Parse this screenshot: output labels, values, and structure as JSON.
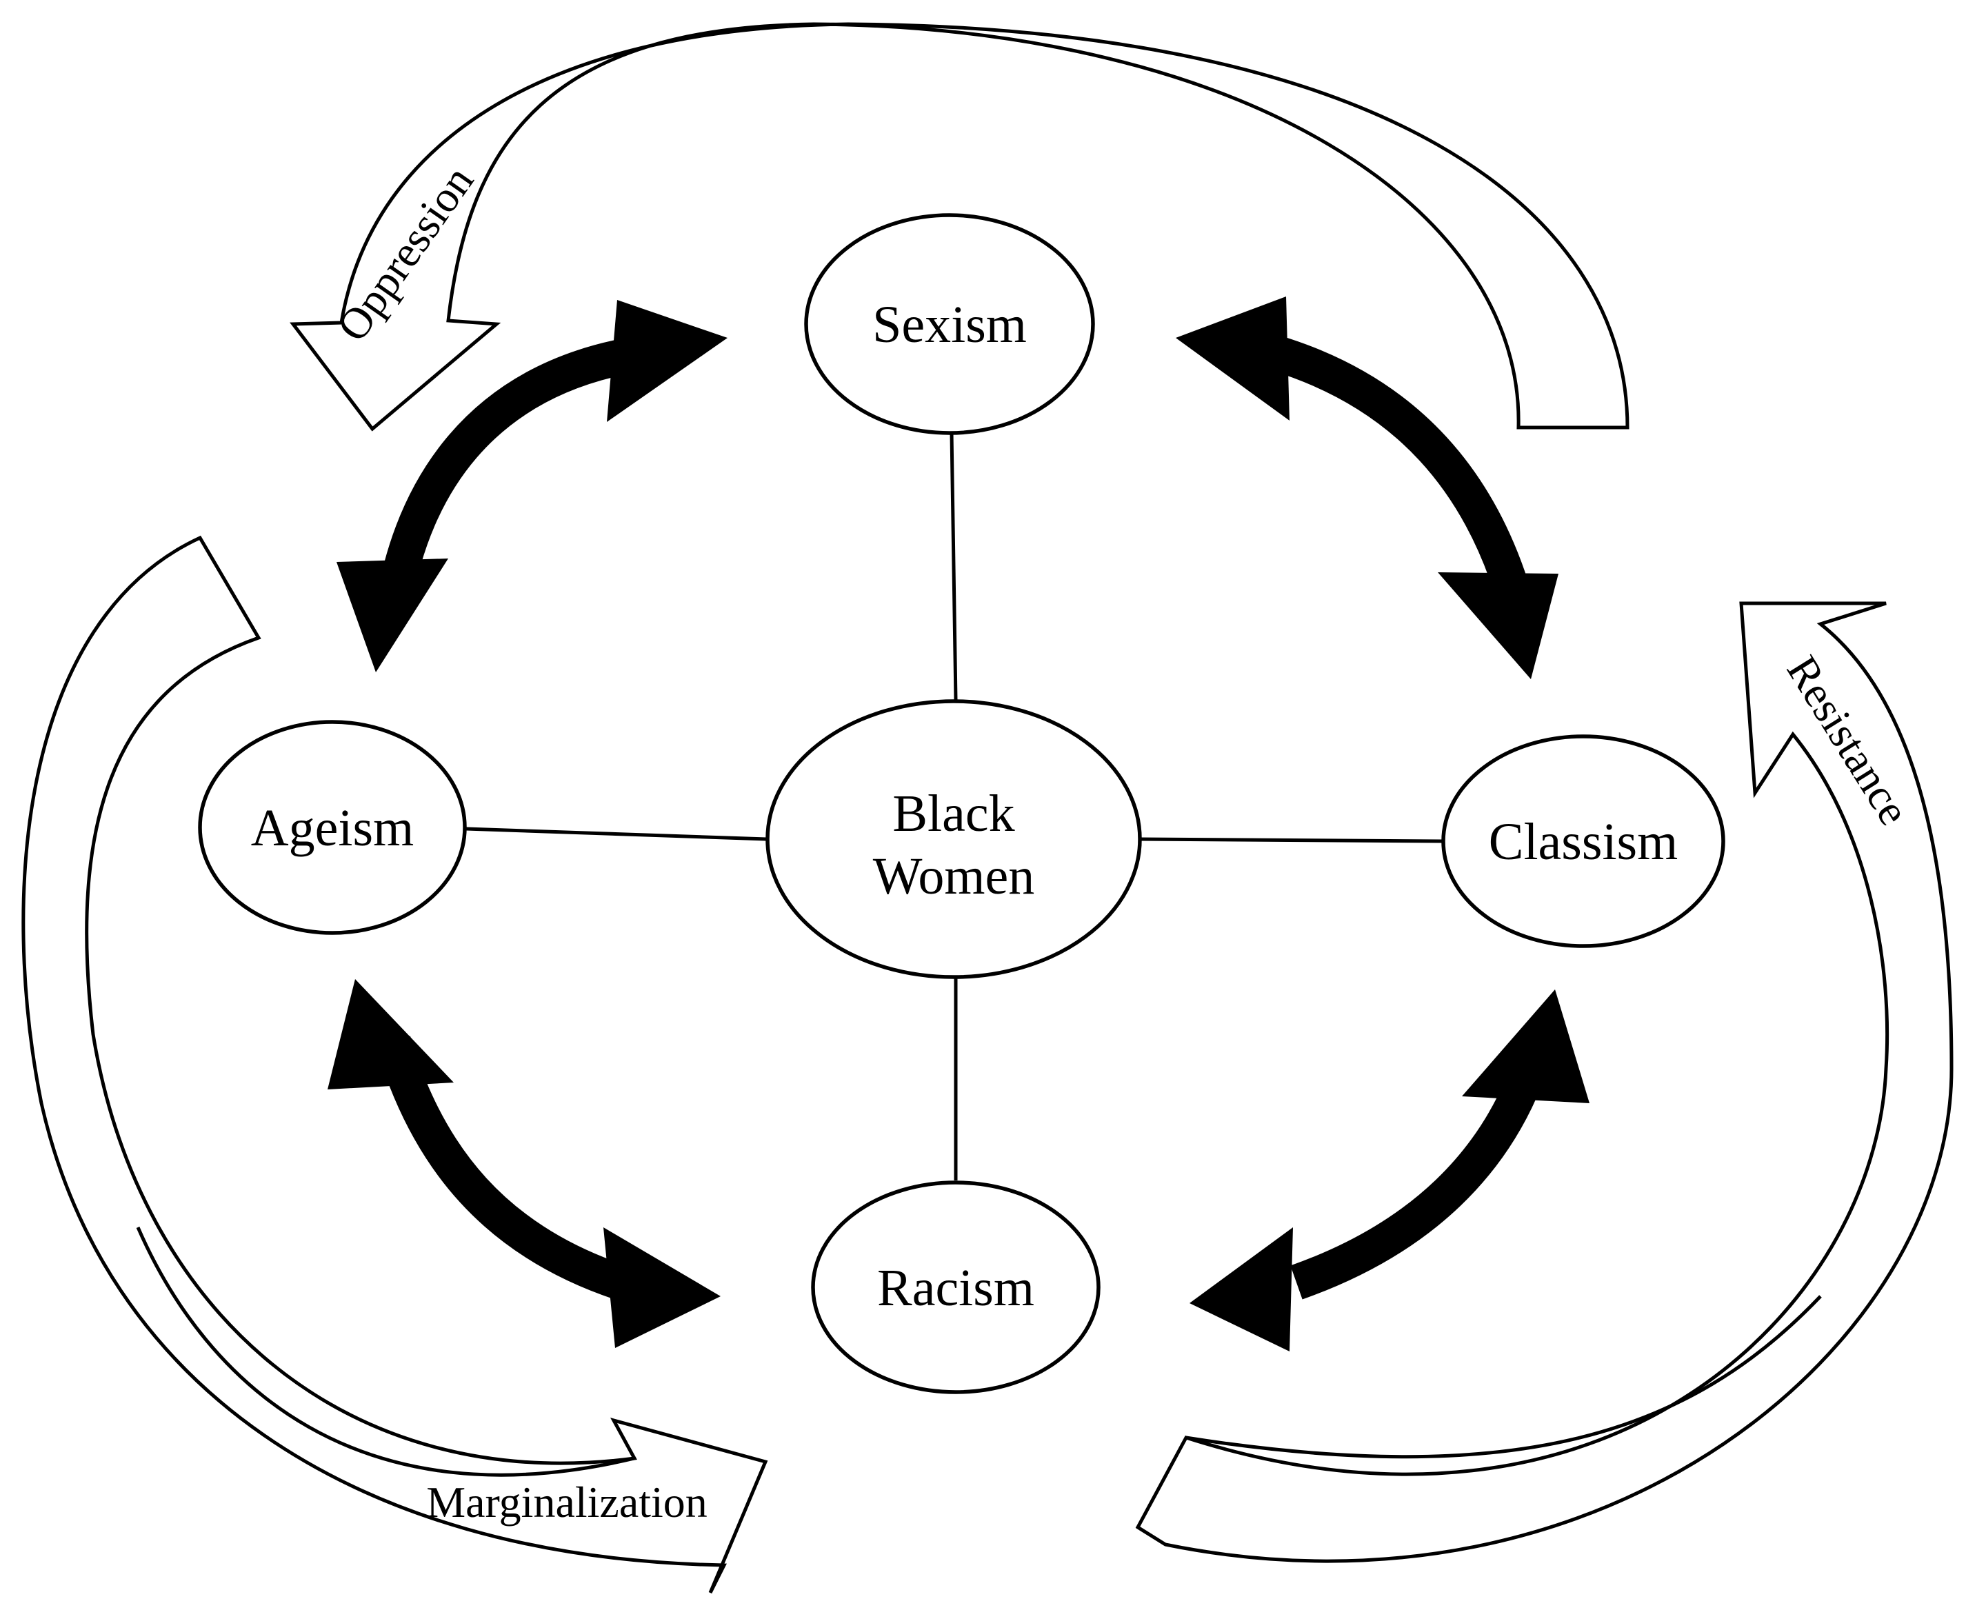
{
  "nodes": {
    "center": {
      "line1": "Black",
      "line2": "Women"
    },
    "sexism": "Sexism",
    "ageism": "Ageism",
    "classism": "Classism",
    "racism": "Racism"
  },
  "cycle_labels": {
    "oppression": "Oppression",
    "resistance": "Resistance",
    "marginalization": "Marginalization"
  }
}
